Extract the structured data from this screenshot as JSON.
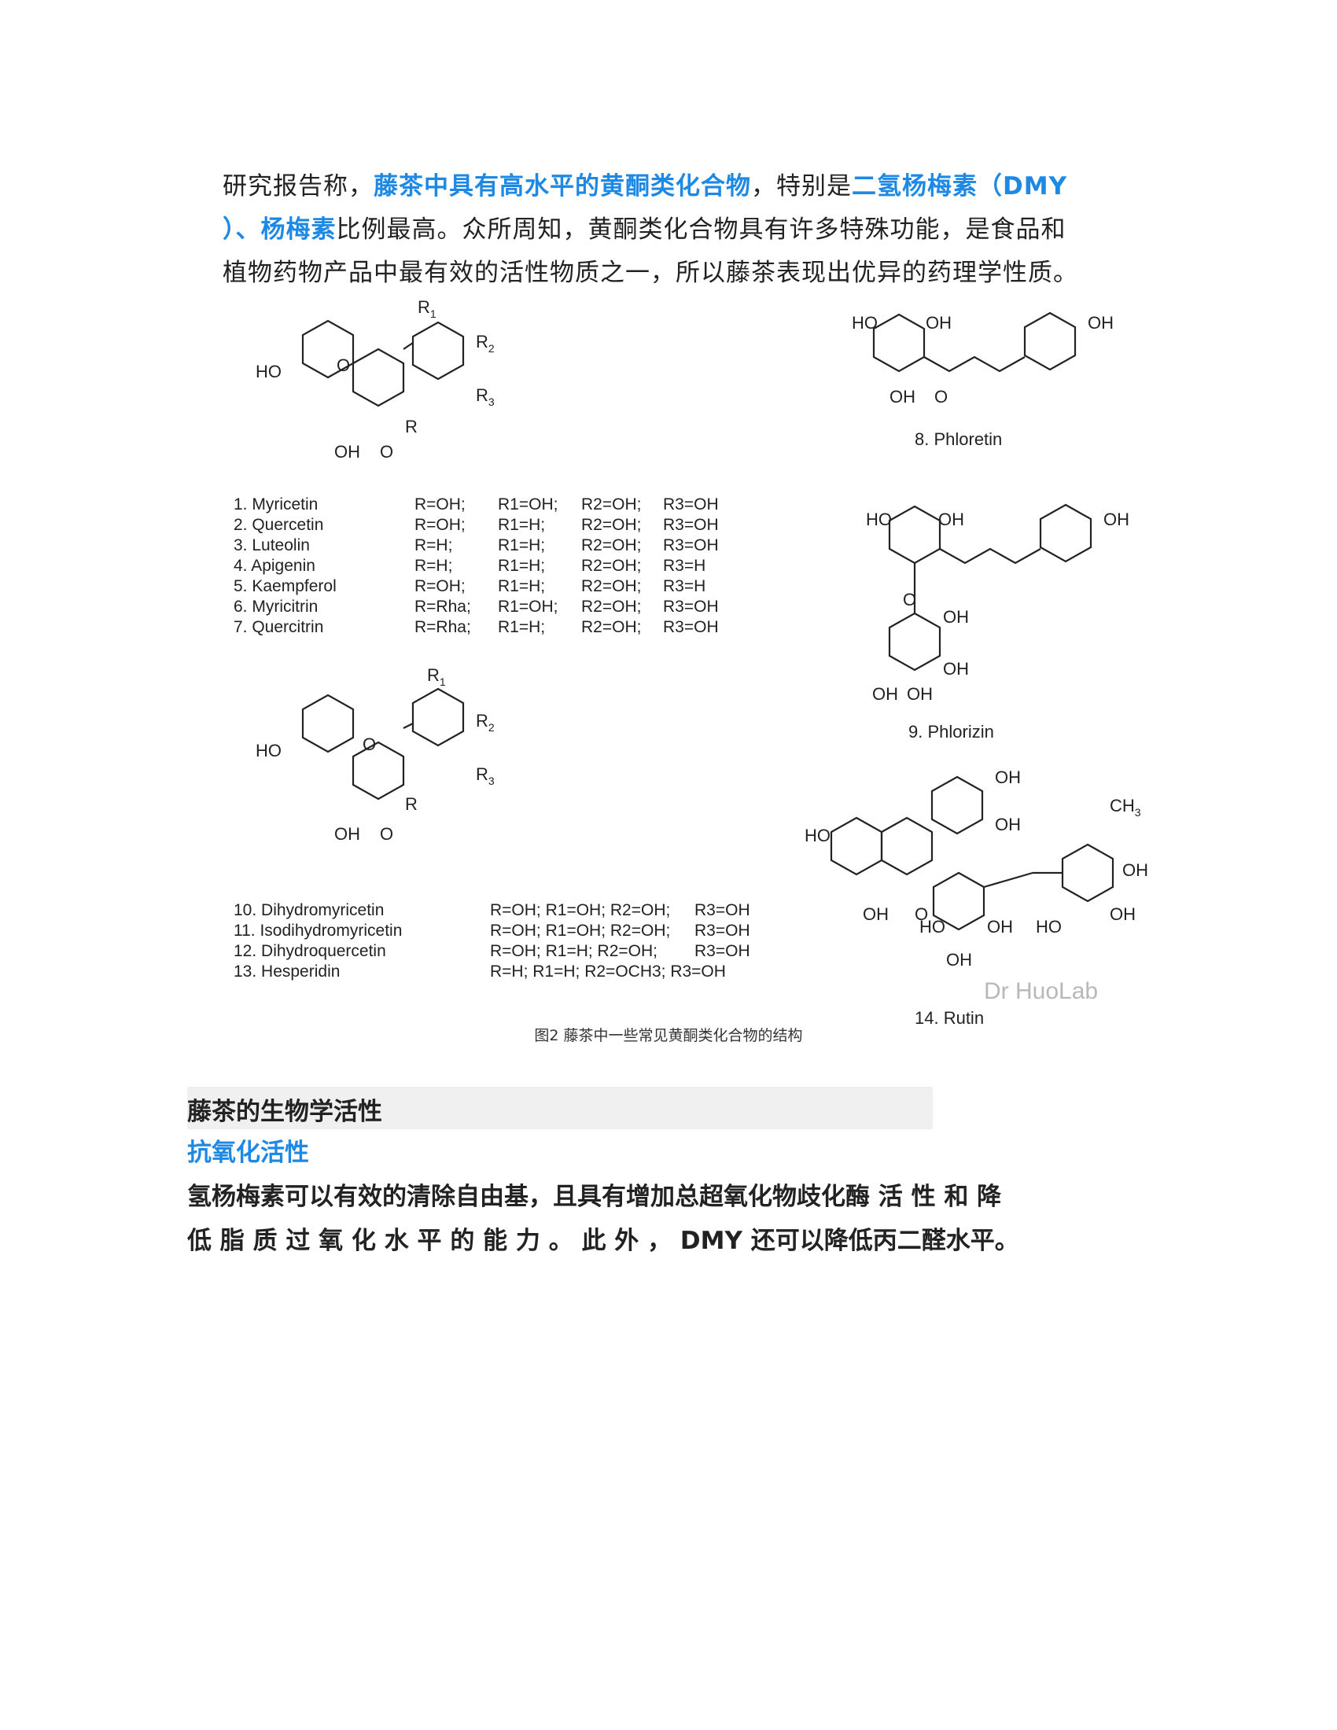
{
  "intro": {
    "l1_a": "研究报告称，",
    "l1_b": "藤茶中具有高水平的黄酮类化合物",
    "l1_c": "，特别是",
    "l1_d": "二氢杨梅素（DMY",
    "l2_a": "）、杨梅素",
    "l2_b": "比例最高。众所周知，黄酮类化合物具有许多特殊功能，是食品和",
    "l3": "植物药物产品中最有效的活性物质之一，所以藤茶表现出优异的药理学性质。"
  },
  "figure": {
    "flavonols": [
      {
        "name": "1. Myricetin",
        "r": "R=OH;",
        "r1": "R1=OH;",
        "r2": "R2=OH;",
        "r3": "R3=OH"
      },
      {
        "name": "2. Quercetin",
        "r": "R=OH;",
        "r1": "R1=H;",
        "r2": "R2=OH;",
        "r3": "R3=OH"
      },
      {
        "name": "3. Luteolin",
        "r": "R=H;",
        "r1": "R1=H;",
        "r2": "R2=OH;",
        "r3": "R3=OH"
      },
      {
        "name": "4. Apigenin",
        "r": "R=H;",
        "r1": "R1=H;",
        "r2": "R2=OH;",
        "r3": "R3=H"
      },
      {
        "name": "5. Kaempferol",
        "r": "R=OH;",
        "r1": "R1=H;",
        "r2": "R2=OH;",
        "r3": "R3=H"
      },
      {
        "name": "6. Myricitrin",
        "r": "R=Rha;",
        "r1": "R1=OH;",
        "r2": "R2=OH;",
        "r3": "R3=OH"
      },
      {
        "name": "7. Quercitrin",
        "r": "R=Rha;",
        "r1": "R1=H;",
        "r2": "R2=OH;",
        "r3": "R3=OH"
      }
    ],
    "dihydro": [
      {
        "name": "10. Dihydromyricetin",
        "subs": "R=OH; R1=OH; R2=OH;",
        "r3": "R3=OH"
      },
      {
        "name": "11. Isodihydromyricetin",
        "subs": "R=OH; R1=OH; R2=OH;",
        "r3": "R3=OH"
      },
      {
        "name": "12. Dihydroquercetin",
        "subs": "R=OH; R1=H;   R2=OH;",
        "r3": "R3=OH"
      },
      {
        "name": "13. Hesperidin",
        "subs": "R=H;   R1=H;   R2=OCH3; R3=OH",
        "r3": ""
      }
    ],
    "label_8": "8. Phloretin",
    "label_9": "9. Phlorizin",
    "label_14": "14. Rutin",
    "watermark": "Dr HuoLab",
    "caption": "图2  藤茶中一些常见黄酮类化合物的结构"
  },
  "section": {
    "title": "藤茶的生物学活性",
    "subtitle": "抗氧化活性",
    "body_l1": "氢杨梅素可以有效的清除自由基，且具有增加总超氧化物歧化酶 活 性 和 降",
    "body_l2": "低 脂 质 过 氧 化 水 平 的 能 力 。 此 外 ，  DMY 还可以降低丙二醛水平。"
  }
}
